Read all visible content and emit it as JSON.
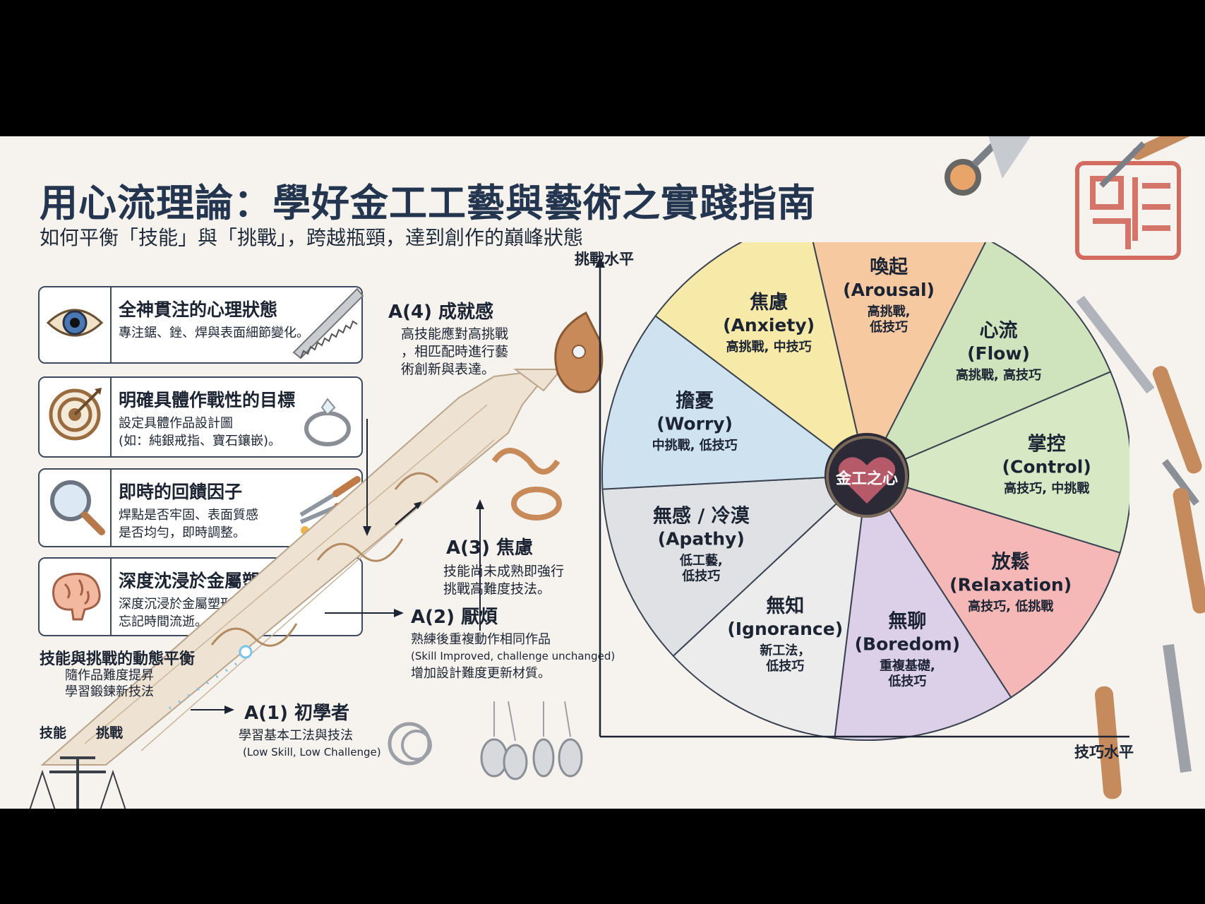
{
  "title": "用心流理論：學好金工工藝與藝術之實踐指南",
  "subtitle": "如何平衡「技能」與「挑戰」，跨越瓶頸，達到創作的巔峰狀態",
  "cards": [
    {
      "title": "全神貫注的心理狀態",
      "desc": [
        "專注鋸、銼、焊與表面細節變化。"
      ],
      "icon": "eye-icon"
    },
    {
      "title": "明確具體作戰性的目標",
      "desc": [
        "設定具體作品設計圖",
        "(如：純銀戒指、寶石鑲嵌)。"
      ],
      "icon": "target-icon"
    },
    {
      "title": "即時的回饋因子",
      "desc": [
        "焊點是否牢固、表面質感",
        "是否均勻，即時調整。"
      ],
      "icon": "magnifier-icon"
    },
    {
      "title": "深度沈浸於金屬塑形",
      "desc": [
        "深度沉浸於金屬塑形，",
        "忘記時間流逝。"
      ],
      "icon": "brain-icon"
    }
  ],
  "balance": {
    "title": "技能與挑戰的動態平衡",
    "desc": [
      "隨作品難度提昇",
      "學習鍛鍊新技法"
    ],
    "left": "技能",
    "right": "挑戰"
  },
  "stages": {
    "a1": {
      "title": "A(1) 初學者",
      "desc": [
        "學習基本工法與技法"
      ],
      "note": "(Low Skill, Low Challenge)"
    },
    "a2": {
      "title": "A(2) 厭煩",
      "desc": [
        "熟練後重複動作相同作品"
      ],
      "note": "(Skill Improved, challenge unchanged)",
      "desc2": "增加設計難度更新材質。"
    },
    "a3": {
      "title": "A(3) 焦慮",
      "desc": [
        "技能尚未成熟即強行",
        "挑戰高難度技法。"
      ]
    },
    "a4": {
      "title": "A(4) 成就感",
      "desc": [
        "高技能應對高挑戰",
        "，相匹配時進行藝",
        "術創新與表達。"
      ]
    }
  },
  "axes": {
    "y": "挑戰水平",
    "x": "技巧水平"
  },
  "center": "金工之心",
  "wedges": [
    {
      "name": "喚起",
      "en": "(Arousal)",
      "sub": [
        "高挑戰,",
        "低技巧"
      ],
      "color": "#f7c9a0"
    },
    {
      "name": "心流",
      "en": "(Flow)",
      "sub": [
        "高挑戰, 高技巧"
      ],
      "color": "#cfe4bd"
    },
    {
      "name": "掌控",
      "en": "(Control)",
      "sub": [
        "高技巧, 中挑戰"
      ],
      "color": "#d6e9c4"
    },
    {
      "name": "放鬆",
      "en": "(Relaxation)",
      "sub": [
        "高技巧, 低挑戰"
      ],
      "color": "#f5b8b6"
    },
    {
      "name": "無聊",
      "en": "(Boredom)",
      "sub": [
        "重複基礎,",
        "低技巧"
      ],
      "color": "#dccfe8"
    },
    {
      "name": "無知",
      "en": "(Ignorance)",
      "sub": [
        "新工法，",
        "低技巧"
      ],
      "color": "#ececec"
    },
    {
      "name": "無感 / 冷漠",
      "en": "(Apathy)",
      "sub": [
        "低工藝,",
        "低技巧"
      ],
      "color": "#dfe1e4"
    },
    {
      "name": "擔憂",
      "en": "(Worry)",
      "sub": [
        "中挑戰, 低技巧"
      ],
      "color": "#cfe2ef"
    },
    {
      "name": "焦慮",
      "en": "(Anxiety)",
      "sub": [
        "高挑戰, 中技巧"
      ],
      "color": "#f7e9a8"
    }
  ],
  "colors": {
    "title": "#24354f",
    "ink": "#1c2433",
    "ribbon": "#e8d9c6",
    "copper": "#c98a5a"
  }
}
